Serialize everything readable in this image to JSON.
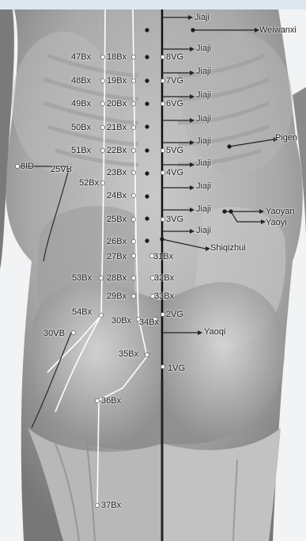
{
  "figure": {
    "labels": {
      "weiwanxiashu": "Weiwanxi",
      "jiaji": "Jiaji",
      "pigen": "Pigen",
      "shiqizhui": "Shiqizhui",
      "yaoyan": "Yaoyan",
      "yaoyi": "Yaoyi",
      "yaoqi": "Yaoqi",
      "bl47": "47Bx",
      "bl48": "48Bx",
      "bl49": "49Bx",
      "bl50": "50Bx",
      "bl51": "51Bx",
      "bl52": "52Bx",
      "bl53": "53Bx",
      "bl54": "54Bx",
      "bl18": "18Bx",
      "bl19": "19Bx",
      "bl20": "20Bx",
      "bl21": "21Bx",
      "bl22": "22Bx",
      "bl23": "23Bx",
      "bl24": "24Bx",
      "bl25": "25Bx",
      "bl26": "26Bx",
      "bl27": "27Bx",
      "bl28": "28Bx",
      "bl29": "29Bx",
      "bl30": "30Bx",
      "bl31": "31Bx",
      "bl32": "32Bx",
      "bl33": "33Bx",
      "bl34": "34Bx",
      "bl35": "35Bx",
      "bl36": "36Bx",
      "bl37": "37Bx",
      "gv8": "8VG",
      "gv7": "7VG",
      "gv6": "6VG",
      "gv5": "5VG",
      "gv4": "4VG",
      "gv3": "3VG",
      "gv2": "2VG",
      "gv1": "1VG",
      "gb25": "25VB",
      "gb30": "30VB",
      "si8": "8ID"
    }
  }
}
